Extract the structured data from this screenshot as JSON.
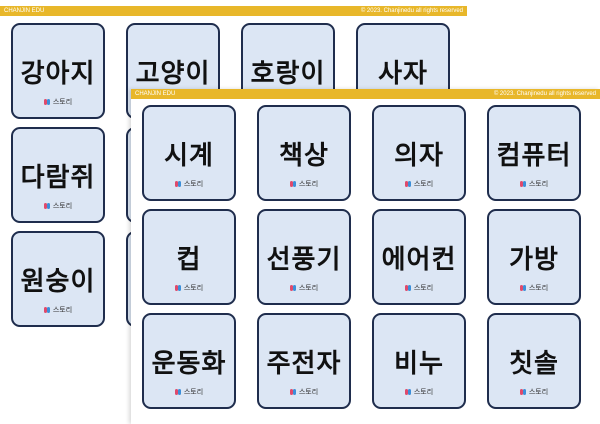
{
  "back_sheet": {
    "brand": "CHANJIN EDU",
    "copyright": "© 2023. Chanjinedu all rights reserved",
    "cards": [
      "강아지",
      "고양이",
      "호랑이",
      "사자",
      "다람쥐",
      "원숭이"
    ]
  },
  "front_sheet": {
    "brand": "CHANJIN EDU",
    "copyright": "© 2023. Chanjinedu all rights reserved",
    "cards": [
      "시계",
      "책상",
      "의자",
      "컴퓨터",
      "컵",
      "선풍기",
      "에어컨",
      "가방",
      "운동화",
      "주전자",
      "비누",
      "칫솔"
    ]
  },
  "card_logo": "스토리",
  "colors": {
    "card_fill": "#dce6f4",
    "card_border": "#1f2d4d",
    "header_bar": "#e8b72a"
  }
}
